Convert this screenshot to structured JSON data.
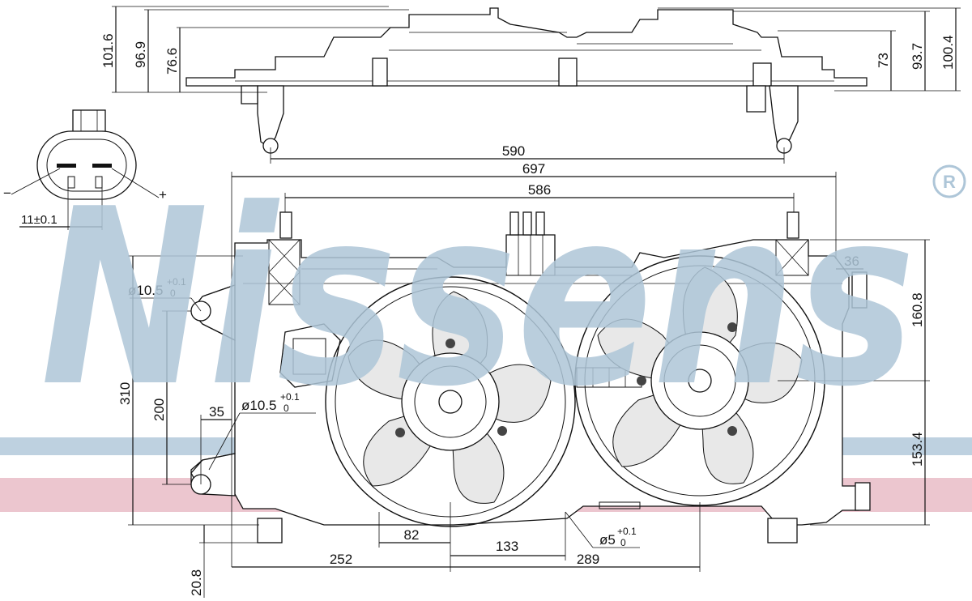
{
  "brand": {
    "watermark": "Nissens",
    "registered": "®",
    "watermark_color": "#aec6d8",
    "band_blue": "#aec6d8",
    "band_pink": "#e6b3bf"
  },
  "connector": {
    "minus": "−",
    "plus": "+",
    "pitch": "11±0.1"
  },
  "top_view": {
    "dims_left": [
      "101.6",
      "96.9",
      "76.6"
    ],
    "dims_right": [
      "73",
      "93.7",
      "100.4"
    ],
    "span": "590"
  },
  "front_view": {
    "width_overall": "697",
    "width_mount": "586",
    "height_overall": "310",
    "height_holes": "200",
    "hole_top": "ø10.5",
    "hole_top_tol_up": "+0.1",
    "hole_top_tol_dn": "0",
    "hole_mid": "ø10.5",
    "hole_mid_tol_up": "+0.1",
    "hole_mid_tol_dn": "0",
    "hole_small": "ø5",
    "hole_small_tol_up": "+0.1",
    "hole_small_tol_dn": "0",
    "offset_35": "35",
    "offset_36": "36",
    "right_upper": "160.8",
    "right_lower": "153.4",
    "bottom_82": "82",
    "bottom_133": "133",
    "bottom_252": "252",
    "bottom_289": "289",
    "bottom_208": "20.8"
  }
}
